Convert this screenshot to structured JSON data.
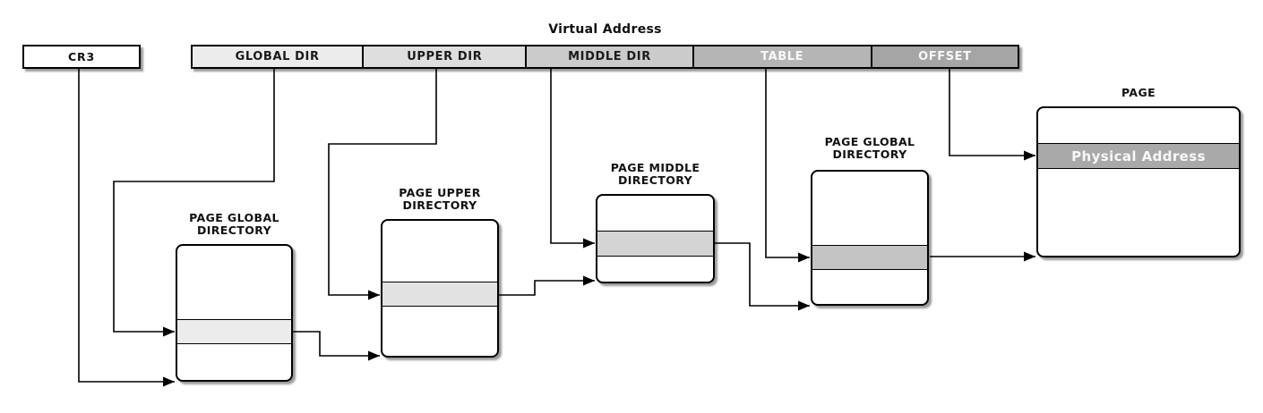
{
  "diagram": {
    "title": "Virtual Address",
    "cr3": {
      "label": "CR3"
    },
    "address_bar": {
      "segments": [
        {
          "label": "GLOBAL DIR",
          "bg": "#ececec",
          "text_color": "#1a1a1a"
        },
        {
          "label": "UPPER DIR",
          "bg": "#dedede",
          "text_color": "#1a1a1a"
        },
        {
          "label": "MIDDLE DIR",
          "bg": "#cbcbcb",
          "text_color": "#1a1a1a"
        },
        {
          "label": "TABLE",
          "bg": "#b5b5b5",
          "text_color": "#f8f8f8"
        },
        {
          "label": "OFFSET",
          "bg": "#a5a5a5",
          "text_color": "#f8f8f8"
        }
      ]
    },
    "directory_boxes": [
      {
        "title_lines": [
          "PAGE GLOBAL",
          "DIRECTORY"
        ],
        "band_color": "#ececec"
      },
      {
        "title_lines": [
          "PAGE UPPER",
          "DIRECTORY"
        ],
        "band_color": "#e2e2e2"
      },
      {
        "title_lines": [
          "PAGE MIDDLE",
          "DIRECTORY"
        ],
        "band_color": "#d4d4d4"
      },
      {
        "title_lines": [
          "PAGE GLOBAL",
          "DIRECTORY"
        ],
        "band_color": "#c3c3c3"
      }
    ],
    "page_box": {
      "title": "PAGE",
      "band_label": "Physical Address",
      "band_color": "#a9a9a9",
      "band_text_color": "#f8f8f8"
    },
    "connector_color": "#000000"
  }
}
